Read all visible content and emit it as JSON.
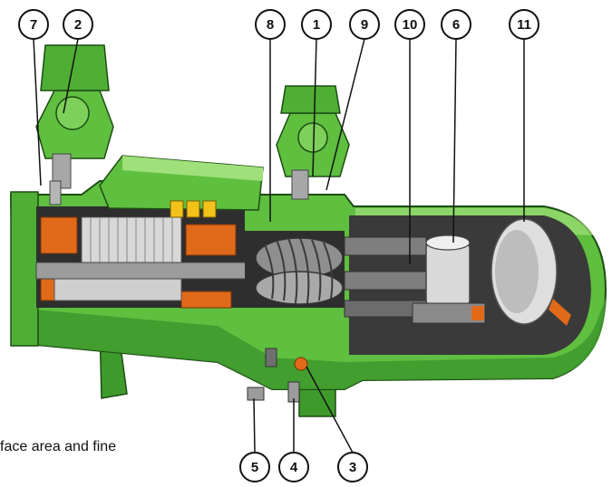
{
  "diagram": {
    "callouts_top": [
      "7",
      "2",
      "8",
      "1",
      "9",
      "10",
      "6",
      "11"
    ],
    "callouts_bottom": [
      "5",
      "4",
      "3"
    ]
  },
  "caption_fragment": "face area and fine",
  "colors": {
    "housing_green": "#5fbf3f",
    "housing_dark": "#2f7d22",
    "housing_light": "#9fe07a",
    "cavity_dark": "#3a3a3a",
    "motor_copper": "#e06a1a",
    "rotor_grey": "#9c9c9c",
    "terminal_yellow": "#f2c21b"
  }
}
